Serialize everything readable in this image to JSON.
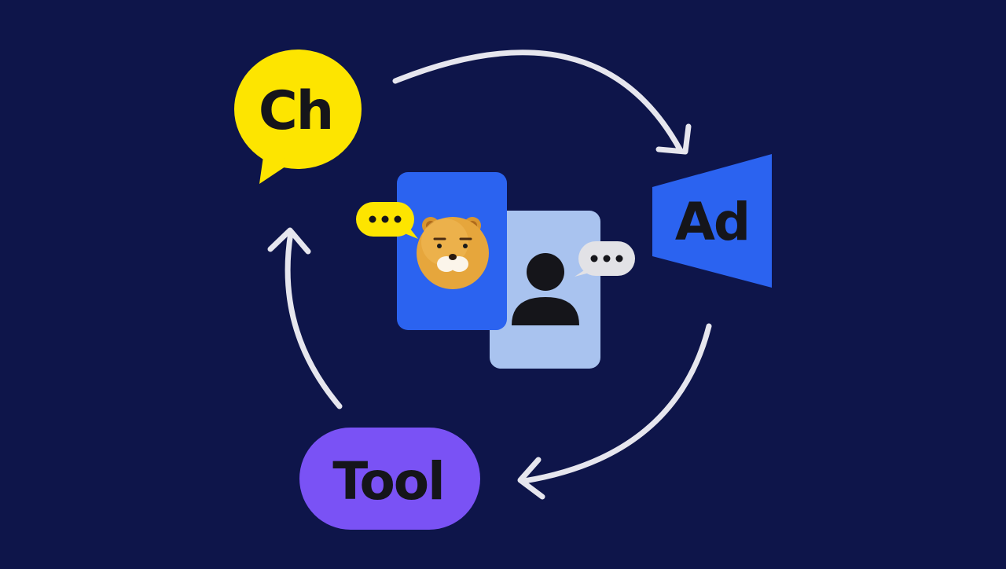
{
  "nodes": {
    "channel": {
      "label": "Ch",
      "color": "#fde500",
      "icon": "speech-bubble-icon"
    },
    "ad": {
      "label": "Ad",
      "color": "#2b63f0",
      "icon": "megaphone-icon"
    },
    "tool": {
      "label": "Tool",
      "color": "#7a52f5",
      "icon": "pill-shape"
    }
  },
  "center": {
    "front_card_color": "#2b63f0",
    "back_card_color": "#a9c3ef",
    "bear_icon": "bear-face-icon",
    "person_icon": "person-icon",
    "bubble_left_color": "#fde500",
    "bubble_right_color": "#e2e2e6",
    "bubble_dots": "•••"
  },
  "colors": {
    "background": "#0e154a",
    "arrows": "#e6e6ee",
    "label_text": "#15151a"
  }
}
